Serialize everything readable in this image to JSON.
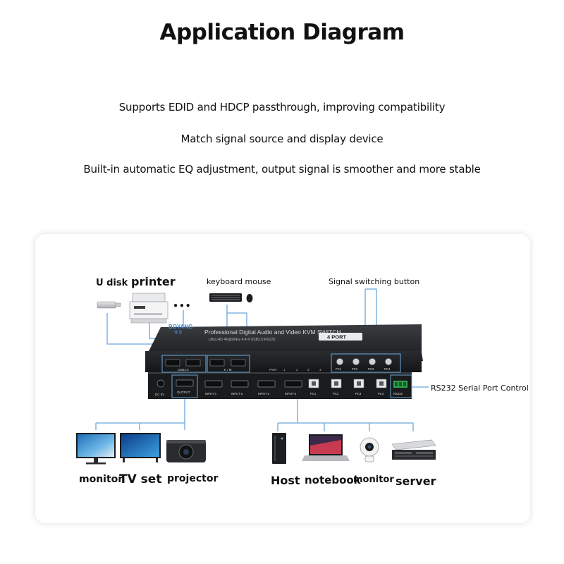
{
  "page": {
    "title": "Application Diagram",
    "features": [
      "Supports EDID and HDCP passthrough, improving compatibility",
      "Match signal source and display device",
      "Built-in automatic EQ adjustment, output signal is smoother and more stable"
    ]
  },
  "diagram": {
    "usb_devices": {
      "udisk": "U disk",
      "printer": "printer",
      "more": "● ● ●"
    },
    "keyboard_mouse": "keyboard mouse",
    "switch_button_label": "Signal switching button",
    "rs232_label": "RS232 Serial Port Control",
    "outputs": [
      "monitor",
      "TV set",
      "projector"
    ],
    "sources": [
      "Host",
      "notebook",
      "monitor",
      "server"
    ],
    "device": {
      "brand": "BOYANG",
      "brand_sub": "博 扬",
      "name": "Professional Digital Audio and Video KVM SWITCH",
      "specs": "Ultra HD 4K@60Hz 4:4:4   USB2.0   RS232",
      "port_badge": "4 PORT",
      "usb_label": "USB2.0",
      "km_label": "K / M",
      "pwr": "PWR",
      "led_nums": [
        "1",
        "2",
        "3",
        "4"
      ],
      "pc_buttons": [
        "PC1",
        "PC2",
        "PC3",
        "PC4"
      ],
      "dc": "DC 5V",
      "output_port": "OUTPUT",
      "inputs": [
        "INPUT-1",
        "INPUT-2",
        "INPUT-3",
        "INPUT-4"
      ],
      "usb_pc": [
        "PC1",
        "PC2",
        "PC3",
        "PC4"
      ],
      "rs232_port": "RS232"
    },
    "colors": {
      "line": "#6aa8dc",
      "device": "#26282b"
    }
  }
}
